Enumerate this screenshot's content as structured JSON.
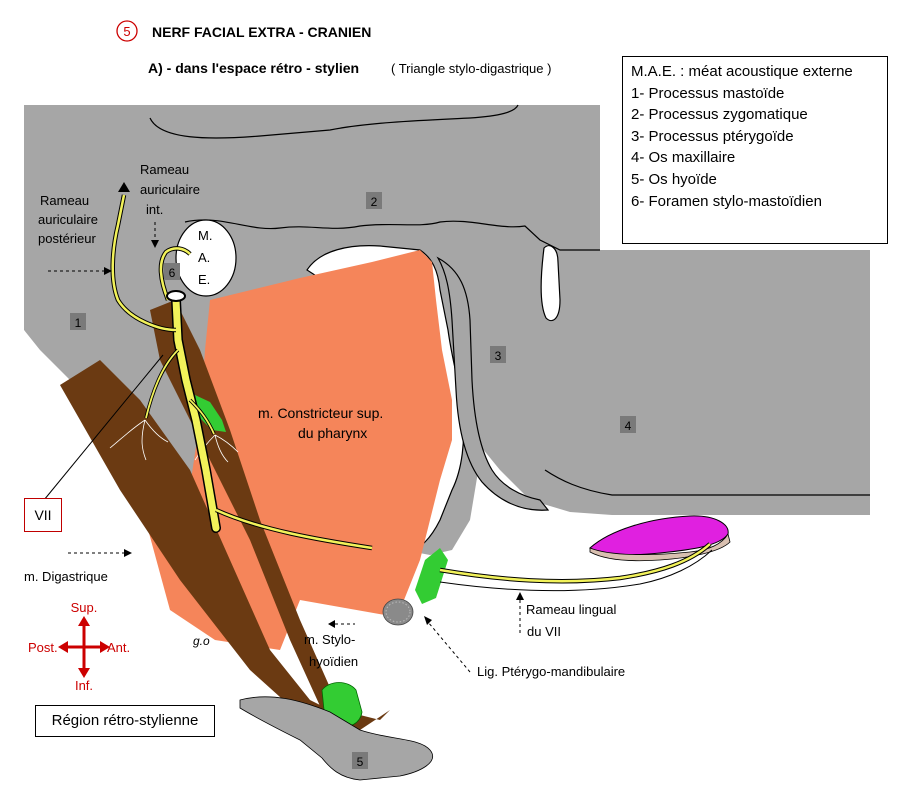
{
  "header": {
    "number": "5",
    "title": "NERF FACIAL EXTRA - CRANIEN",
    "subtitle_bold": "A) - dans l'espace rétro - stylien",
    "subtitle_note": "( Triangle stylo-digastrique )"
  },
  "legend": {
    "items": [
      "M.A.E. : méat acoustique externe",
      "1- Processus mastoïde",
      "2- Processus zygomatique",
      "3- Processus ptérygoïde",
      "4- Os maxillaire",
      "5- Os hyoïde",
      "6- Foramen stylo-mastoïdien"
    ]
  },
  "bone_numbers": [
    "1",
    "2",
    "3",
    "4",
    "5",
    "6"
  ],
  "mae": [
    "M.",
    "A.",
    "E."
  ],
  "labels": {
    "rameau_post": [
      "Rameau",
      "auriculaire",
      "postérieur"
    ],
    "rameau_int": [
      "Rameau",
      "auriculaire",
      "int."
    ],
    "constricteur": [
      "m. Constricteur sup.",
      "du pharynx"
    ],
    "vii": "VII",
    "digastrique": "m. Digastrique",
    "stylohyoidien": [
      "m. Stylo-",
      "hyoïdien"
    ],
    "rameau_lingual": [
      "Rameau lingual",
      "du VII"
    ],
    "lig": "Lig. Ptérygo-mandibulaire",
    "go": "g.o",
    "region": "Région rétro-stylienne"
  },
  "orientation": {
    "sup": "Sup.",
    "inf": "Inf.",
    "post": "Post.",
    "ant": "Ant."
  },
  "colors": {
    "bone": "#a6a6a6",
    "muscle_orange": "#f5855a",
    "muscle_brown": "#6b3a12",
    "nerve": "#f2f25a",
    "ligament_green": "#33cc33",
    "tongue_magenta": "#e020e0",
    "accent_red": "#cc0000"
  }
}
